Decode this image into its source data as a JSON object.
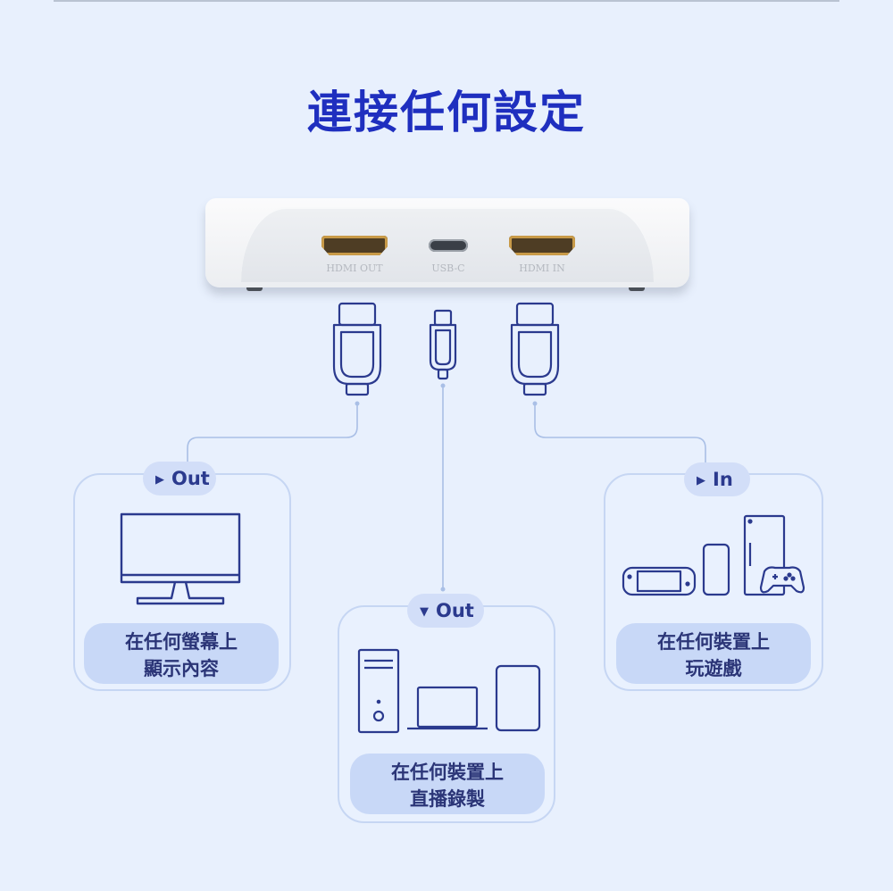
{
  "title": "連接任何設定",
  "device": {
    "ports": [
      {
        "label": "HDMI OUT"
      },
      {
        "label": "USB-C"
      },
      {
        "label": "HDMI IN"
      }
    ]
  },
  "cards": {
    "display": {
      "badge": "Out",
      "caption_line1": "在任何螢幕上",
      "caption_line2": "顯示內容"
    },
    "record": {
      "badge": "Out",
      "caption_line1": "在任何裝置上",
      "caption_line2": "直播錄製"
    },
    "game": {
      "badge": "In",
      "caption_line1": "在任何裝置上",
      "caption_line2": "玩遊戲"
    }
  },
  "colors": {
    "title": "#1f2fbf",
    "line_art": "#2b3a8e",
    "connector_line": "#a9bfe6",
    "card_border": "#c6d6f3",
    "caption_bg": "#c8d8f7"
  },
  "icons": [
    "hdmi-plug-icon",
    "usb-c-plug-icon",
    "monitor-icon",
    "desktop-tower-icon",
    "laptop-icon",
    "tablet-icon",
    "handheld-console-icon",
    "smartphone-icon",
    "game-console-icon",
    "gamepad-icon"
  ]
}
